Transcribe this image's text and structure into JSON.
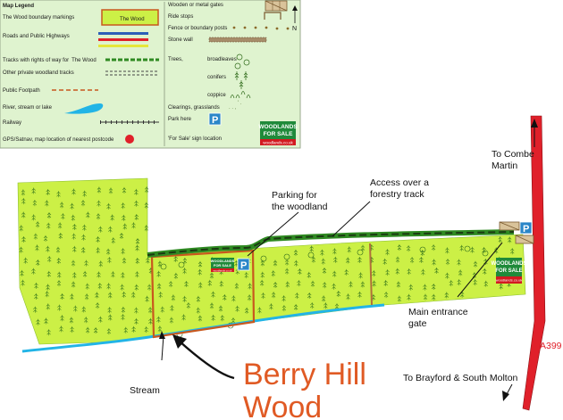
{
  "legend": {
    "title": "Map Legend",
    "left_items": [
      "The Wood boundary markings",
      "Roads and Public Highways",
      "Tracks with rights of way for",
      "Other private woodland tracks",
      "Public Footpath",
      "River, stream or lake",
      "Railway",
      "GPS/Satnav, map location of nearest postcode"
    ],
    "tracks_suffix": "The Wood",
    "boundary_sample": "The Wood",
    "right_items": [
      "Wooden or metal gates",
      "Ride stops",
      "Fence or boundary posts",
      "Stone wall"
    ],
    "trees": "Trees,",
    "broadleaves": "broadleaves",
    "conifers": "conifers",
    "coppice": "coppice",
    "clearings": "Clearings, grasslands",
    "park_here": "Park here",
    "for_sale_sign": "'For Sale'  sign location",
    "north": "N"
  },
  "sign": {
    "line1": "WOODLANDS",
    "line2": "FOR SALE",
    "url": "woodlands.co.uk"
  },
  "park_glyph": "P",
  "labels": {
    "parking": [
      "Parking for",
      "the woodland"
    ],
    "access": [
      "Access over a",
      "forestry track"
    ],
    "combe": [
      "To Combe",
      "Martin"
    ],
    "main_gate": [
      "Main entrance",
      "gate"
    ],
    "road": "A399",
    "brayford": "To Brayford & South Molton",
    "stream": "Stream",
    "wood_name": [
      "Berry Hill",
      "Wood"
    ]
  },
  "colors": {
    "wood_fill": "#ccf046",
    "boundary": "#c8581e",
    "road": "#e0202a",
    "track": "#2f8a22",
    "stream": "#22b4e6",
    "sign_green": "#1f8a3a",
    "park_blue": "#2a86c8",
    "legend_bg": "#dff3cf"
  }
}
